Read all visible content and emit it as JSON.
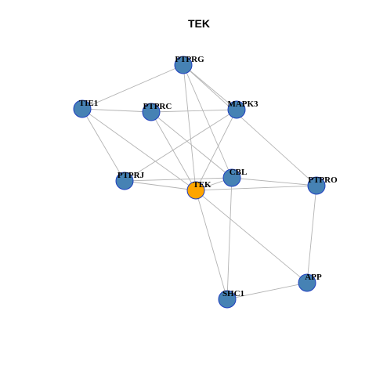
{
  "title": "TEK",
  "colors": {
    "center_node": "#ffa500",
    "other_node": "#4682b4",
    "node_border": "#1f3fbf",
    "edge": "#b3b3b3"
  },
  "nodes": [
    {
      "id": "TEK",
      "label": "TEK",
      "role": "center"
    },
    {
      "id": "PTPRG",
      "label": "PTPRG",
      "role": "neighbor"
    },
    {
      "id": "TIE1",
      "label": "TIE1",
      "role": "neighbor"
    },
    {
      "id": "PTPRC",
      "label": "PTPRC",
      "role": "neighbor"
    },
    {
      "id": "MAPK3",
      "label": "MAPK3",
      "role": "neighbor"
    },
    {
      "id": "PTPRJ",
      "label": "PTPRJ",
      "role": "neighbor"
    },
    {
      "id": "CBL",
      "label": "CBL",
      "role": "neighbor"
    },
    {
      "id": "PTPRO",
      "label": "PTPRO",
      "role": "neighbor"
    },
    {
      "id": "APP",
      "label": "APP",
      "role": "neighbor"
    },
    {
      "id": "SHC1",
      "label": "SHC1",
      "role": "neighbor"
    }
  ],
  "edges": [
    [
      "PTPRG",
      "TIE1"
    ],
    [
      "PTPRG",
      "MAPK3"
    ],
    [
      "PTPRG",
      "TEK"
    ],
    [
      "PTPRG",
      "CBL"
    ],
    [
      "PTPRG",
      "PTPRO"
    ],
    [
      "TIE1",
      "PTPRC"
    ],
    [
      "TIE1",
      "TEK"
    ],
    [
      "TIE1",
      "PTPRJ"
    ],
    [
      "PTPRC",
      "MAPK3"
    ],
    [
      "PTPRC",
      "TEK"
    ],
    [
      "PTPRC",
      "CBL"
    ],
    [
      "MAPK3",
      "TEK"
    ],
    [
      "MAPK3",
      "PTPRJ"
    ],
    [
      "PTPRJ",
      "CBL"
    ],
    [
      "PTPRJ",
      "TEK"
    ],
    [
      "TEK",
      "CBL"
    ],
    [
      "TEK",
      "PTPRO"
    ],
    [
      "TEK",
      "SHC1"
    ],
    [
      "TEK",
      "APP"
    ],
    [
      "CBL",
      "PTPRO"
    ],
    [
      "CBL",
      "SHC1"
    ],
    [
      "PTPRO",
      "APP"
    ],
    [
      "APP",
      "SHC1"
    ]
  ]
}
